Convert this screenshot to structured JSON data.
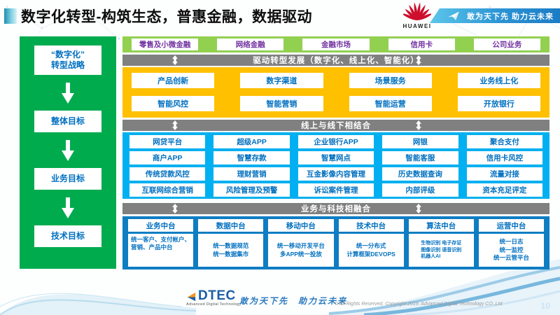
{
  "colors": {
    "panel_green": "#00AB4E",
    "band_green": "#92D050",
    "yellow": "#FFC000",
    "cyan": "#00B0F0",
    "bottom_blue": "#0F7DC2",
    "gray_bar": "#808080",
    "text_blue": "#0070C0",
    "text_purple": "#7030A0",
    "huawei_red": "#CE0E2D"
  },
  "header": {
    "title": "数字化转型-构筑生态，普惠金融，数据驱动",
    "huawei_wordmark": "HUAWEI",
    "banner_slogan": "敢为天下先 助力云未来"
  },
  "left_panel": {
    "steps": [
      "“数字化”\n转型战略",
      "整体目标",
      "业务目标",
      "技术目标"
    ]
  },
  "business_lines": [
    "零售及小微金融",
    "网络金融",
    "金融市场",
    "信用卡",
    "公司业务"
  ],
  "section_bars": {
    "drive": "驱动转型发展（数字化、线上化、智能化）",
    "online_offline": "线上与线下相结合",
    "tech_fusion": "业务与科技相融合"
  },
  "capabilities": {
    "rows": [
      [
        "产品创新",
        "数字渠道",
        "场景服务",
        "业务线上化"
      ],
      [
        "智能风控",
        "智能营销",
        "智能运营",
        "开放银行"
      ]
    ]
  },
  "applications": {
    "rows": [
      [
        "网贷平台",
        "超级APP",
        "企业银行APP",
        "网银",
        "聚合支付"
      ],
      [
        "商户APP",
        "智慧存款",
        "智慧网点",
        "智能客服",
        "信用卡风控"
      ],
      [
        "传统贷款风控",
        "理财营销",
        "互金影像内容管理",
        "历史数据查询",
        "流量对接"
      ],
      [
        "互联网综合营销",
        "风险管理及预警",
        "诉讼案件管理",
        "内部评级",
        "资本充足评定"
      ]
    ]
  },
  "platforms": [
    {
      "title": "业务中台",
      "desc": "统一客户、支付帐户、营销、产品中台"
    },
    {
      "title": "数据中台",
      "desc": "统一数据规范\n统一数据集市"
    },
    {
      "title": "移动中台",
      "desc": "统一移动开发平台\n多APP统一投放"
    },
    {
      "title": "技术中台",
      "desc": "统一分布式\n计算框架DEVOPS"
    },
    {
      "title": "算法中台",
      "desc": "生物识别 电子存证\n图像识别 语音识别\n机器人AI"
    },
    {
      "title": "运营中台",
      "desc": "统一日志\n统一监控\n统一云管平台"
    }
  ],
  "footer": {
    "dtec_wordmark": "DTEC",
    "dtec_subtitle": "Advanced Digital Technology",
    "slogan": "敢为天下先　助力云未来",
    "copyright": "© All Rights Reserved. Copyright 2019. Advanced Digital Technology CO.,Ltd",
    "page_number": "10"
  }
}
